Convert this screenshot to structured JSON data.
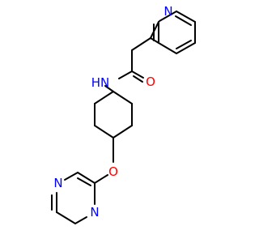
{
  "molecule": {
    "atoms": {
      "pyridine_n": {
        "symbol": "N",
        "color": "#0000ff"
      },
      "amide_o": {
        "symbol": "O",
        "color": "#ff0000"
      },
      "amide_n": {
        "symbol": "N",
        "sub": "H",
        "color": "#0000ff"
      },
      "ether_o": {
        "symbol": "O",
        "color": "#ff0000"
      },
      "pyrazine_n1": {
        "symbol": "N",
        "color": "#0000ff"
      },
      "pyrazine_n4": {
        "symbol": "N",
        "color": "#0000ff"
      }
    },
    "bond_color": "#000000"
  }
}
